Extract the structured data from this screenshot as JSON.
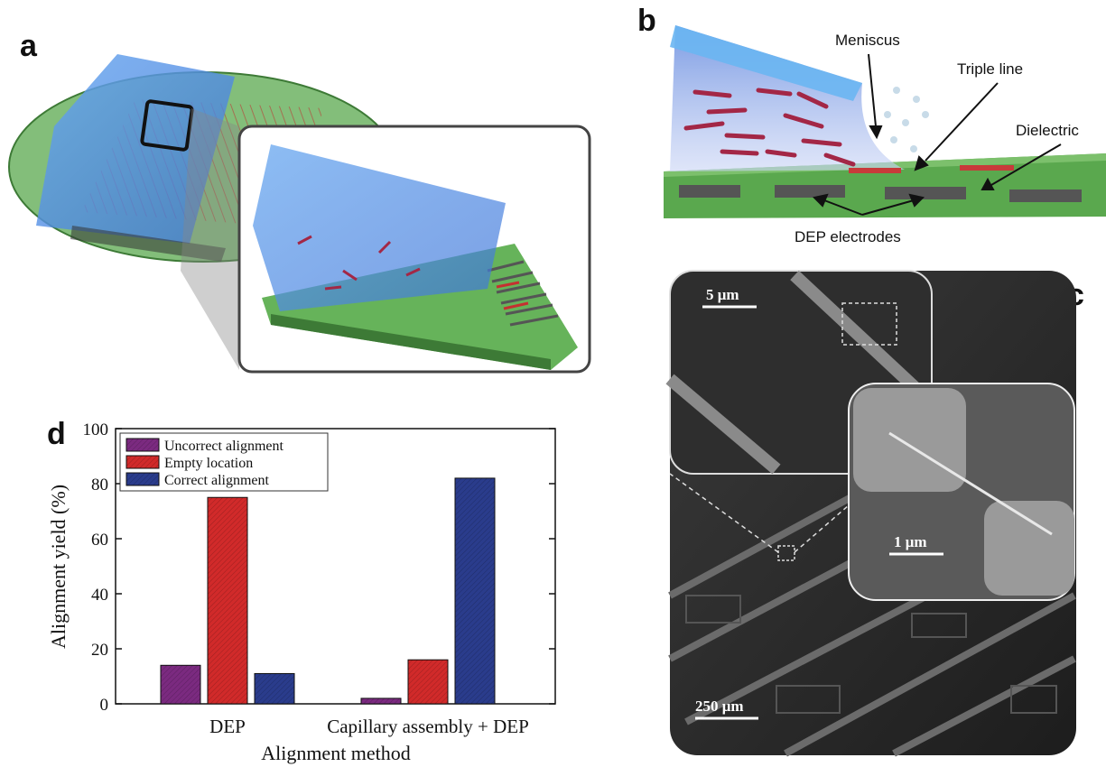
{
  "panels": {
    "a": "a",
    "b": "b",
    "c": "c",
    "d": "d"
  },
  "schematic_b": {
    "meniscus": "Meniscus",
    "triple_line": "Triple line",
    "dielectric": "Dielectric",
    "dep_electrodes": "DEP electrodes"
  },
  "sem_c": {
    "scale_top": "5 μm",
    "scale_inset": "1 μm",
    "scale_bottom": "250 μm"
  },
  "colors": {
    "uncorrect": "#7b2a80",
    "empty": "#d12a2a",
    "correct": "#2a3c8c",
    "substrate_green": "#5aa84e",
    "liquid_blue": "#4f8fe6",
    "nanowire_red": "#a32746"
  },
  "chart_data": {
    "type": "bar",
    "categories": [
      "DEP",
      "Capillary assembly + DEP"
    ],
    "series": [
      {
        "name": "Uncorrect alignment",
        "values": [
          14,
          2
        ]
      },
      {
        "name": "Empty location",
        "values": [
          75,
          16
        ]
      },
      {
        "name": "Correct alignment",
        "values": [
          11,
          82
        ]
      }
    ],
    "xlabel": "Alignment method",
    "ylabel": "Alignment yield (%)",
    "ylim": [
      0,
      100
    ],
    "yticks": [
      0,
      20,
      40,
      60,
      80,
      100
    ],
    "legend_position": "top-left",
    "grid": false
  }
}
